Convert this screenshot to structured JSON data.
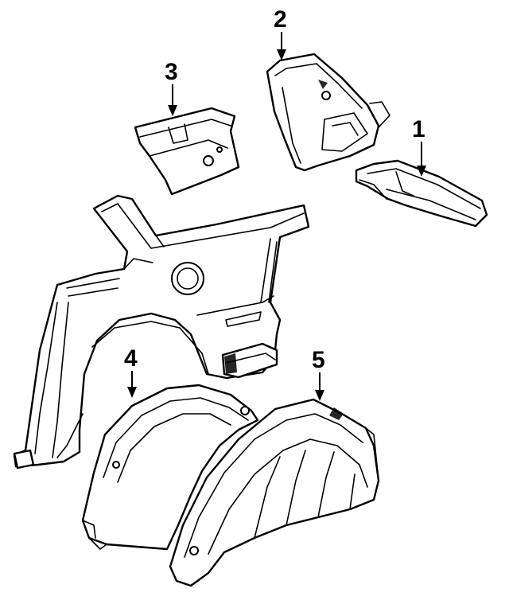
{
  "callouts": {
    "c1": {
      "label": "1"
    },
    "c2": {
      "label": "2"
    },
    "c3": {
      "label": "3"
    },
    "c4": {
      "label": "4"
    },
    "c5": {
      "label": "5"
    }
  },
  "colors": {
    "line": "#000000",
    "background": "#ffffff"
  }
}
